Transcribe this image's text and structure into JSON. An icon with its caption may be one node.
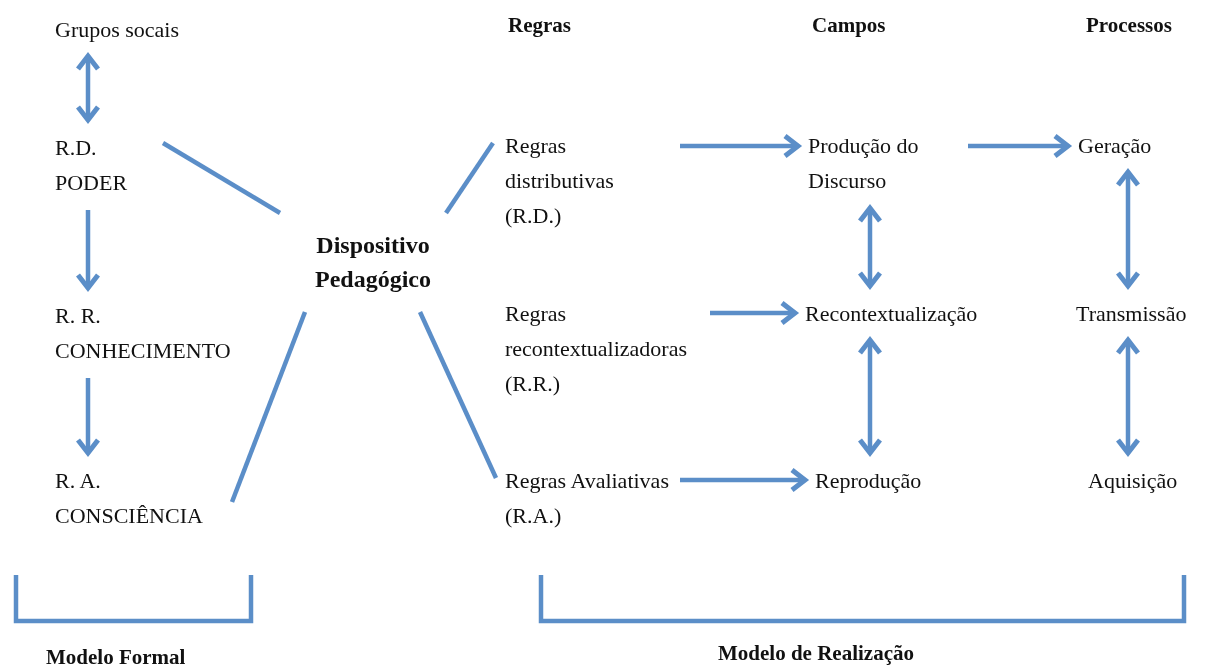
{
  "diagram": {
    "nodes": [
      {
        "text": [
          "Grupos socais"
        ]
      },
      {
        "text": [
          "R.D. PODER"
        ]
      },
      {
        "text": [
          "R. R. CONHECIMENTO"
        ]
      },
      {
        "text": [
          "R. A. CONSCIÊNCIA"
        ]
      },
      {
        "text": [
          "Dispositivo Pedagógico"
        ]
      },
      {
        "text": [
          "Regras distributivas (R.D.)"
        ]
      },
      {
        "text": [
          "Regras recontextualizadoras (R.R.)"
        ]
      },
      {
        "text": [
          "Regras Avaliativas (R.A.)"
        ]
      },
      {
        "text": [
          "Produção do Discurso"
        ]
      },
      {
        "text": [
          "Recontextualização"
        ]
      },
      {
        "text": [
          "Reprodução"
        ]
      },
      {
        "text": [
          "Geração"
        ]
      },
      {
        "text": [
          "Transmissão"
        ]
      },
      {
        "text": [
          "Aquisição"
        ]
      }
    ],
    "edges": [
      {
        "from": 0,
        "to": 1,
        "arrow": "both"
      },
      {
        "from": 1,
        "to": 2,
        "arrow": "to"
      },
      {
        "from": 2,
        "to": 3,
        "arrow": "to"
      },
      {
        "from": 1,
        "to": 4,
        "arrow": "none"
      },
      {
        "from": 3,
        "to": 4,
        "arrow": "none"
      },
      {
        "from": 4,
        "to": 5,
        "arrow": "none"
      },
      {
        "from": 4,
        "to": 7,
        "arrow": "none"
      },
      {
        "from": 5,
        "to": 8,
        "arrow": "to"
      },
      {
        "from": 6,
        "to": 9,
        "arrow": "to"
      },
      {
        "from": 7,
        "to": 10,
        "arrow": "to"
      },
      {
        "from": 8,
        "to": 11,
        "arrow": "to"
      },
      {
        "from": 8,
        "to": 9,
        "arrow": "both"
      },
      {
        "from": 9,
        "to": 10,
        "arrow": "both"
      },
      {
        "from": 11,
        "to": 12,
        "arrow": "both"
      },
      {
        "from": 12,
        "to": 13,
        "arrow": "both"
      }
    ],
    "labels": [
      "Regras",
      "Campos",
      "Processos",
      "Modelo Formal",
      "Modelo de Realização"
    ]
  }
}
